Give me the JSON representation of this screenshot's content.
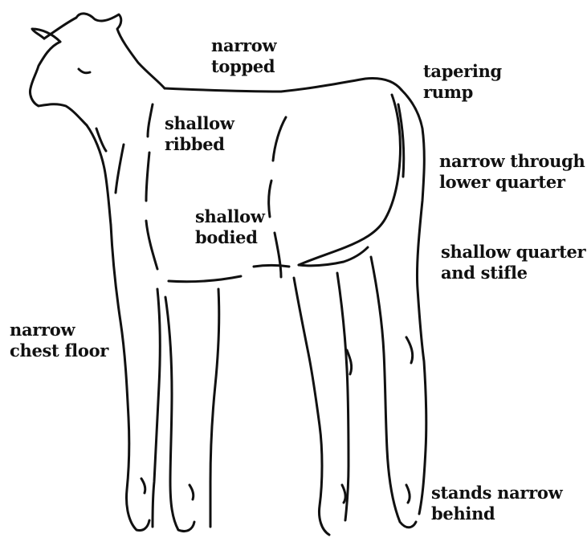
{
  "diagram": {
    "labels": {
      "narrow_topped": [
        "narrow",
        "topped"
      ],
      "tapering_rump": [
        "tapering",
        "rump"
      ],
      "shallow_ribbed": [
        "shallow",
        "ribbed"
      ],
      "narrow_through_lower_quarter": [
        "narrow through",
        "lower quarter"
      ],
      "shallow_bodied": [
        "shallow",
        "bodied"
      ],
      "shallow_quarter_and_stifle": [
        "shallow quarter",
        "and stifle"
      ],
      "narrow_chest_floor": [
        "narrow",
        "chest floor"
      ],
      "stands_narrow_behind": [
        "stands narrow",
        "behind"
      ]
    },
    "line_color": "#111111",
    "background_color": "#ffffff"
  }
}
